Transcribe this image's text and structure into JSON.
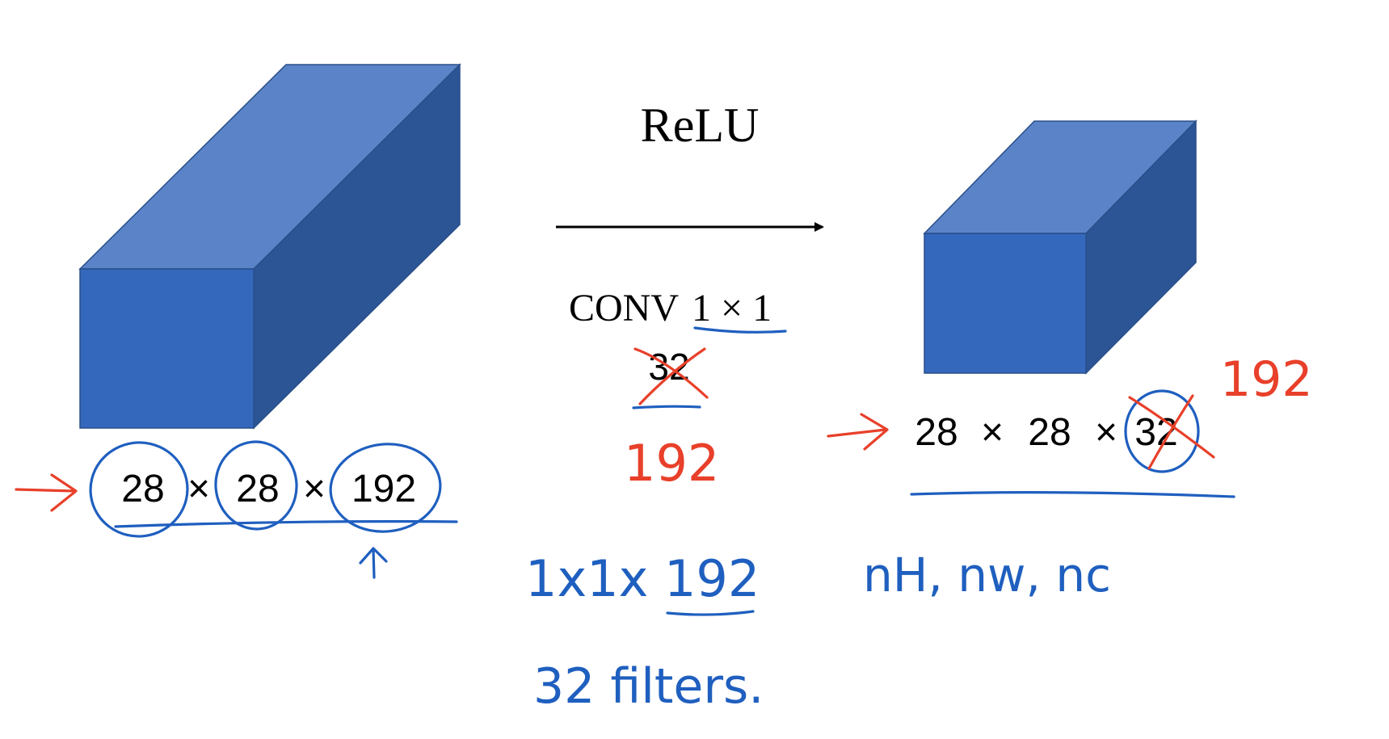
{
  "diagram": {
    "activation_label": "ReLU",
    "operation_label": "CONV",
    "kernel_label": "1 × 1",
    "filters_printed": "32",
    "input_volume": {
      "h": "28",
      "times_1": "×",
      "w": "28",
      "times_2": "×",
      "c": "192"
    },
    "output_volume": {
      "h": "28",
      "times_1": "×",
      "w": "28",
      "times_2": "×",
      "c": "32"
    }
  },
  "handwriting": {
    "filters_corrected": "192",
    "output_channels_corrected": "192",
    "filter_shape": "1x1x 192",
    "filter_count": "32 filters.",
    "notation": "nH, nw, nc"
  },
  "colors": {
    "cube_front": "#3468bd",
    "cube_top": "#5b84c8",
    "cube_side": "#2c5595",
    "ink_blue": "#1f5fbf",
    "ink_red": "#e8402a",
    "text": "#000000"
  }
}
